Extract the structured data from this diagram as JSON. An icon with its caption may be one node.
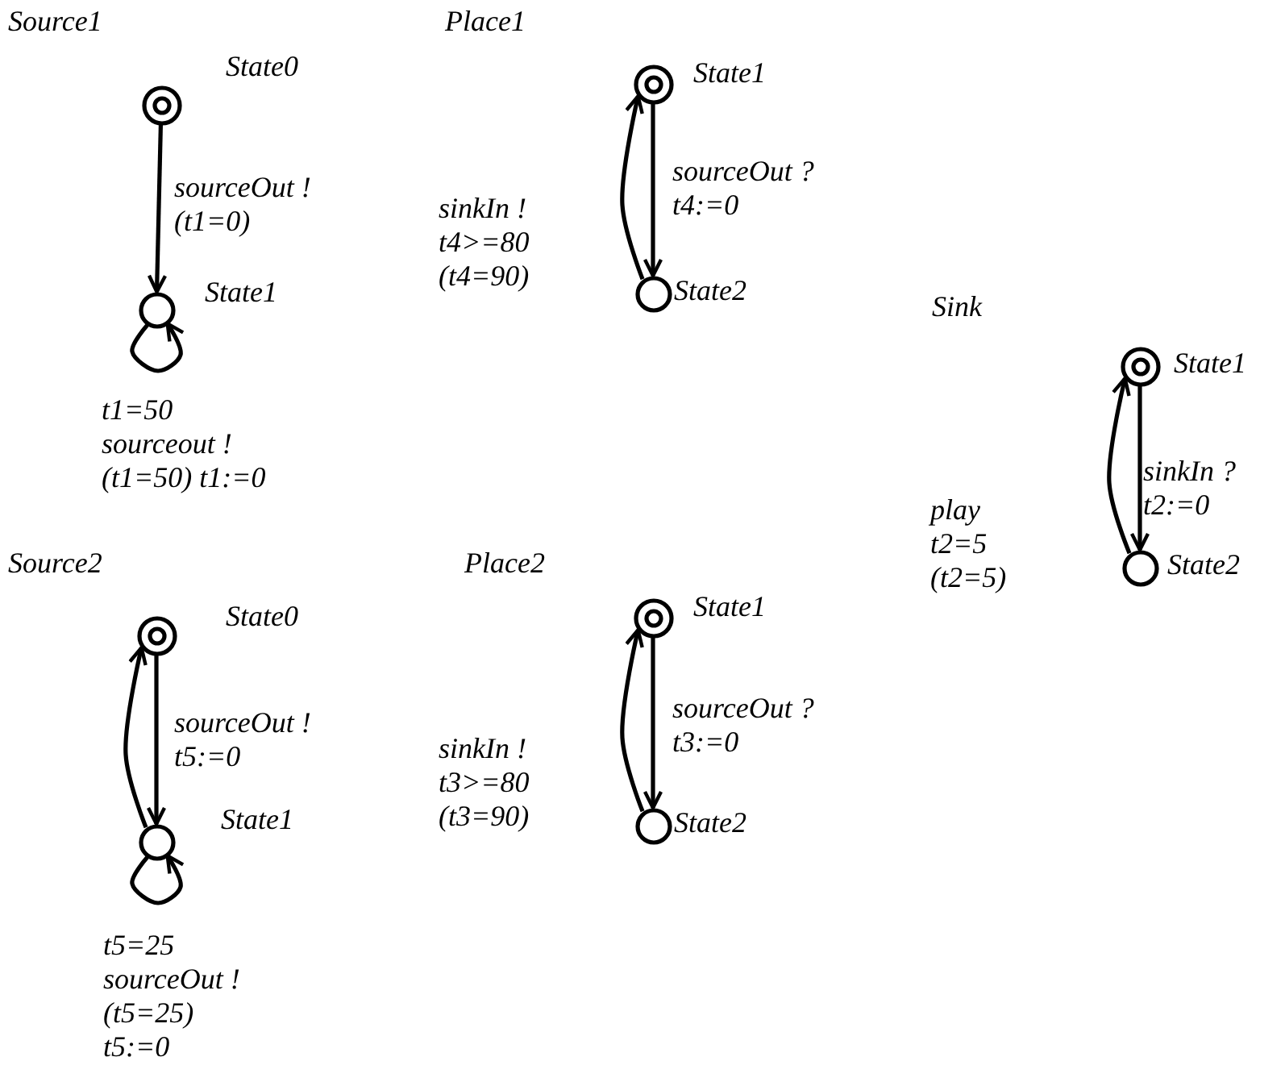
{
  "diagram": {
    "nodes": [
      {
        "text": [],
        "shape": "doublecircle",
        "beside": [
          "State0"
        ]
      },
      {
        "text": [],
        "shape": "circle",
        "beside": [
          "State1"
        ]
      },
      {
        "text": [],
        "shape": "doublecircle",
        "beside": [
          "State1"
        ]
      },
      {
        "text": [],
        "shape": "circle",
        "beside": [
          "State2"
        ]
      },
      {
        "text": [],
        "shape": "doublecircle",
        "beside": [
          "State1"
        ]
      },
      {
        "text": [],
        "shape": "circle",
        "beside": [
          "State2"
        ]
      },
      {
        "text": [],
        "shape": "doublecircle",
        "beside": [
          "State0"
        ]
      },
      {
        "text": [],
        "shape": "circle",
        "beside": [
          "State1"
        ]
      },
      {
        "text": [],
        "shape": "doublecircle",
        "beside": [
          "State1"
        ]
      },
      {
        "text": [],
        "shape": "circle",
        "beside": [
          "State2"
        ]
      }
    ],
    "edges": [
      {
        "from": 0,
        "to": 1,
        "arrow": "to",
        "label": "sourceOut ! (t1=0)"
      },
      {
        "from": 1,
        "to": 1,
        "arrow": "to",
        "label": "t1=50 sourceout ! (t1=50) t1:=0"
      },
      {
        "from": 2,
        "to": 3,
        "arrow": "to",
        "label": "sourceOut ? t4:=0"
      },
      {
        "from": 3,
        "to": 2,
        "arrow": "to",
        "label": "sinkIn ! t4>=80 (t4=90)"
      },
      {
        "from": 4,
        "to": 5,
        "arrow": "to",
        "label": "sinkIn ? t2:=0"
      },
      {
        "from": 5,
        "to": 4,
        "arrow": "to",
        "label": "play t2=5 (t2=5)"
      },
      {
        "from": 6,
        "to": 7,
        "arrow": "to",
        "label": "sourceOut ! t5:=0"
      },
      {
        "from": 7,
        "to": 6,
        "arrow": "to"
      },
      {
        "from": 7,
        "to": 7,
        "arrow": "to",
        "label": "t5=25 sourceOut ! (t5=25) t5:=0"
      },
      {
        "from": 8,
        "to": 9,
        "arrow": "to",
        "label": "sourceOut ? t3:=0"
      },
      {
        "from": 9,
        "to": 8,
        "arrow": "to",
        "label": "sinkIn ! t3>=80 (t3=90)"
      }
    ],
    "labels": [
      "Source1",
      "Place1",
      "Sink",
      "Source2",
      "Place2"
    ]
  }
}
